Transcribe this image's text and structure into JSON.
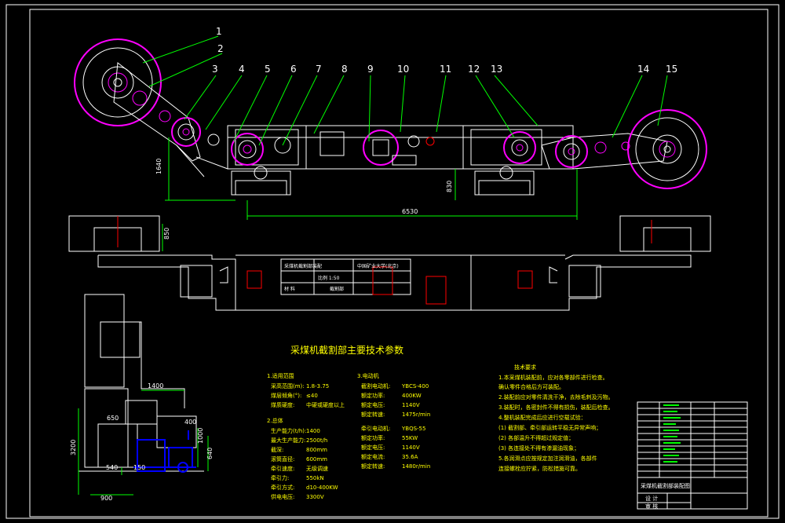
{
  "drawing": {
    "part_numbers": [
      "1",
      "2",
      "3",
      "4",
      "5",
      "6",
      "7",
      "8",
      "9",
      "10",
      "11",
      "12",
      "13",
      "14",
      "15"
    ],
    "dimensions": {
      "height_left": "1640",
      "height_right": "830",
      "span_main": "6530",
      "plan_offset": "850",
      "side_1400": "1400",
      "side_650": "650",
      "side_400": "400",
      "side_3200": "3200",
      "side_1000": "1000",
      "side_540": "540",
      "side_640": "640",
      "side_900": "900",
      "side_150": "150"
    },
    "title_strip": {
      "left_top": "采煤机截割部装配",
      "right_top": "中国矿业大学(北京)",
      "left_bottom": "材 料",
      "mid_bottom": "截割部",
      "extra": "比例 1:50"
    },
    "main_title": "采煤机截割部主要技术参数",
    "sec1": {
      "heading": "1.适用范围",
      "rows": [
        {
          "k": "采高范围(m):",
          "v": "1.8-3.75"
        },
        {
          "k": "煤层倾角(°):",
          "v": "≤40"
        },
        {
          "k": "煤质硬度:",
          "v": "中硬或硬度以上"
        }
      ]
    },
    "sec2": {
      "heading": "2.总体",
      "rows": [
        {
          "k": "生产能力(t/h):",
          "v": "1400"
        },
        {
          "k": "最大生产能力:",
          "v": "2500t/h"
        },
        {
          "k": "截深:",
          "v": "800mm"
        },
        {
          "k": "滚筒直径:",
          "v": "600mm"
        },
        {
          "k": "牵引速度:",
          "v": "无级调速"
        },
        {
          "k": "牵引力:",
          "v": "550kN"
        },
        {
          "k": "牵引方式:",
          "v": "d10-400KW"
        },
        {
          "k": "供电电压:",
          "v": "3300V"
        }
      ]
    },
    "sec3": {
      "heading": "3.电动机",
      "rows": [
        {
          "k": "截割电动机:",
          "v": "YBCS-400"
        },
        {
          "k": "额定功率:",
          "v": "400KW"
        },
        {
          "k": "额定电压:",
          "v": "1140V"
        },
        {
          "k": "额定转速:",
          "v": "1475r/min"
        },
        {
          "k": "牵引电动机:",
          "v": "YBQS-55"
        },
        {
          "k": "额定功率:",
          "v": "55KW"
        },
        {
          "k": "额定电压:",
          "v": "1140V"
        },
        {
          "k": "额定电流:",
          "v": "35.6A"
        },
        {
          "k": "额定转速:",
          "v": "1480r/min"
        }
      ]
    },
    "tech": {
      "heading": "技术要求",
      "lines": [
        "1.本采煤机装配前，应对各零部件进行检查。",
        "  确认零件合格后方可装配。",
        "2.装配前应对零件清洗干净，去除毛刺及污物。",
        "3.装配时，各密封件不得有损伤，装配后检查。",
        "4.整机装配完成后应进行空载试验：",
        "(1) 截割部、牵引部运转平稳无异常声响；",
        "(2) 各部温升不得超过规定值；",
        "(3) 各连接处不得有渗漏油现象；",
        "5.各润滑点应按规定加注润滑油，各部件",
        "  连接螺栓应拧紧，防松措施可靠。"
      ]
    },
    "title_block": {
      "drawing_name": "采煤机截割部装配图",
      "label_design": "设 计",
      "label_check": "审 核"
    }
  },
  "colors": {
    "line": "#ffffff",
    "magenta": "#ff00ff",
    "green": "#00ff00",
    "red": "#ff0000",
    "yellow": "#ffff00",
    "blue": "#0000ff",
    "cyan": "#00ffff"
  }
}
